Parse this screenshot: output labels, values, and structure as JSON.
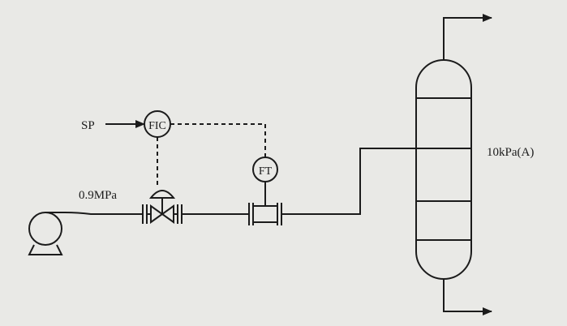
{
  "diagram": {
    "setpoint_label": "SP",
    "controller_tag": "FIC",
    "transmitter_tag": "FT",
    "inlet_pressure": "0.9MPa",
    "column_pressure": "10kPa(A)",
    "line_color": "#1b1b1b",
    "icons": [
      "pump-icon",
      "control-valve-icon",
      "flow-meter-icon",
      "distillation-column-icon"
    ]
  }
}
